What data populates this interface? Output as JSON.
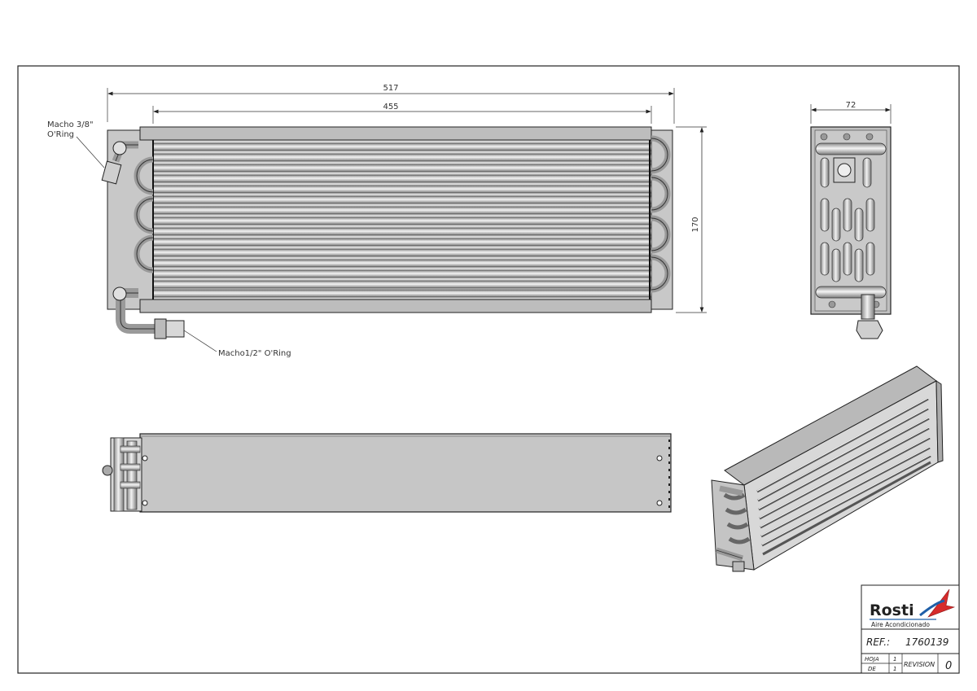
{
  "dimensions": {
    "overall_width": "517",
    "core_width": "455",
    "height": "170",
    "depth": "72"
  },
  "notes": {
    "inlet": [
      "Macho 3/8\"",
      "O'Ring"
    ],
    "outlet": "Macho1/2\" O'Ring"
  },
  "title_block": {
    "brand": "Rosti",
    "tagline": "Aire Acondicionado",
    "ref_label": "REF.:",
    "ref_value": "1760139",
    "hoja_label": "HOJA",
    "hoja_value": "1",
    "de_label": "DE",
    "de_value": "1",
    "revision_label": "REVISION",
    "revision_value": "0"
  },
  "colors": {
    "line": "#1a1a1a",
    "fill_light": "#d2d2d2",
    "fill_mid": "#b4b4b4",
    "tube_light": "#eeeeee",
    "brand_blue": "#1f5fa8",
    "brand_red": "#d62b2b"
  }
}
